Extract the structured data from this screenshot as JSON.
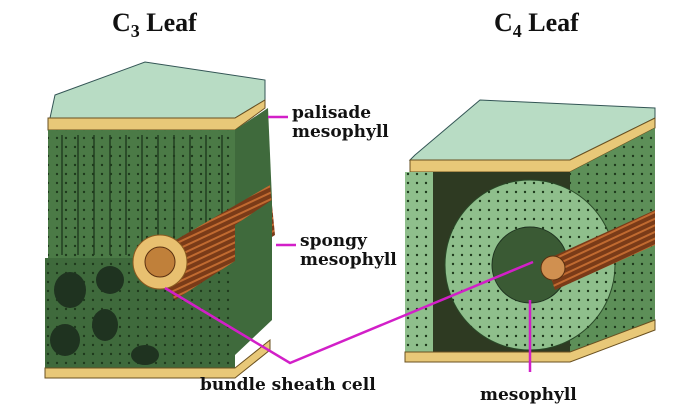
{
  "titles": {
    "c3": {
      "letter": "C",
      "subscript": "3",
      "word": "Leaf"
    },
    "c4": {
      "letter": "C",
      "subscript": "4",
      "word": "Leaf"
    }
  },
  "labels": {
    "palisade": [
      "palisade",
      "mesophyll"
    ],
    "spongy": [
      "spongy",
      "mesophyll"
    ],
    "bundle_sheath": "bundle sheath cell",
    "mesophyll": "mesophyll"
  },
  "colors": {
    "pointer": "#d21fc8",
    "leaf_dark": "#3f6a3c",
    "leaf_light": "#8fbf8c",
    "epidermis_top": "#b8dcc4",
    "cuticle": "#e8c878",
    "vein": "#7a3b18"
  }
}
